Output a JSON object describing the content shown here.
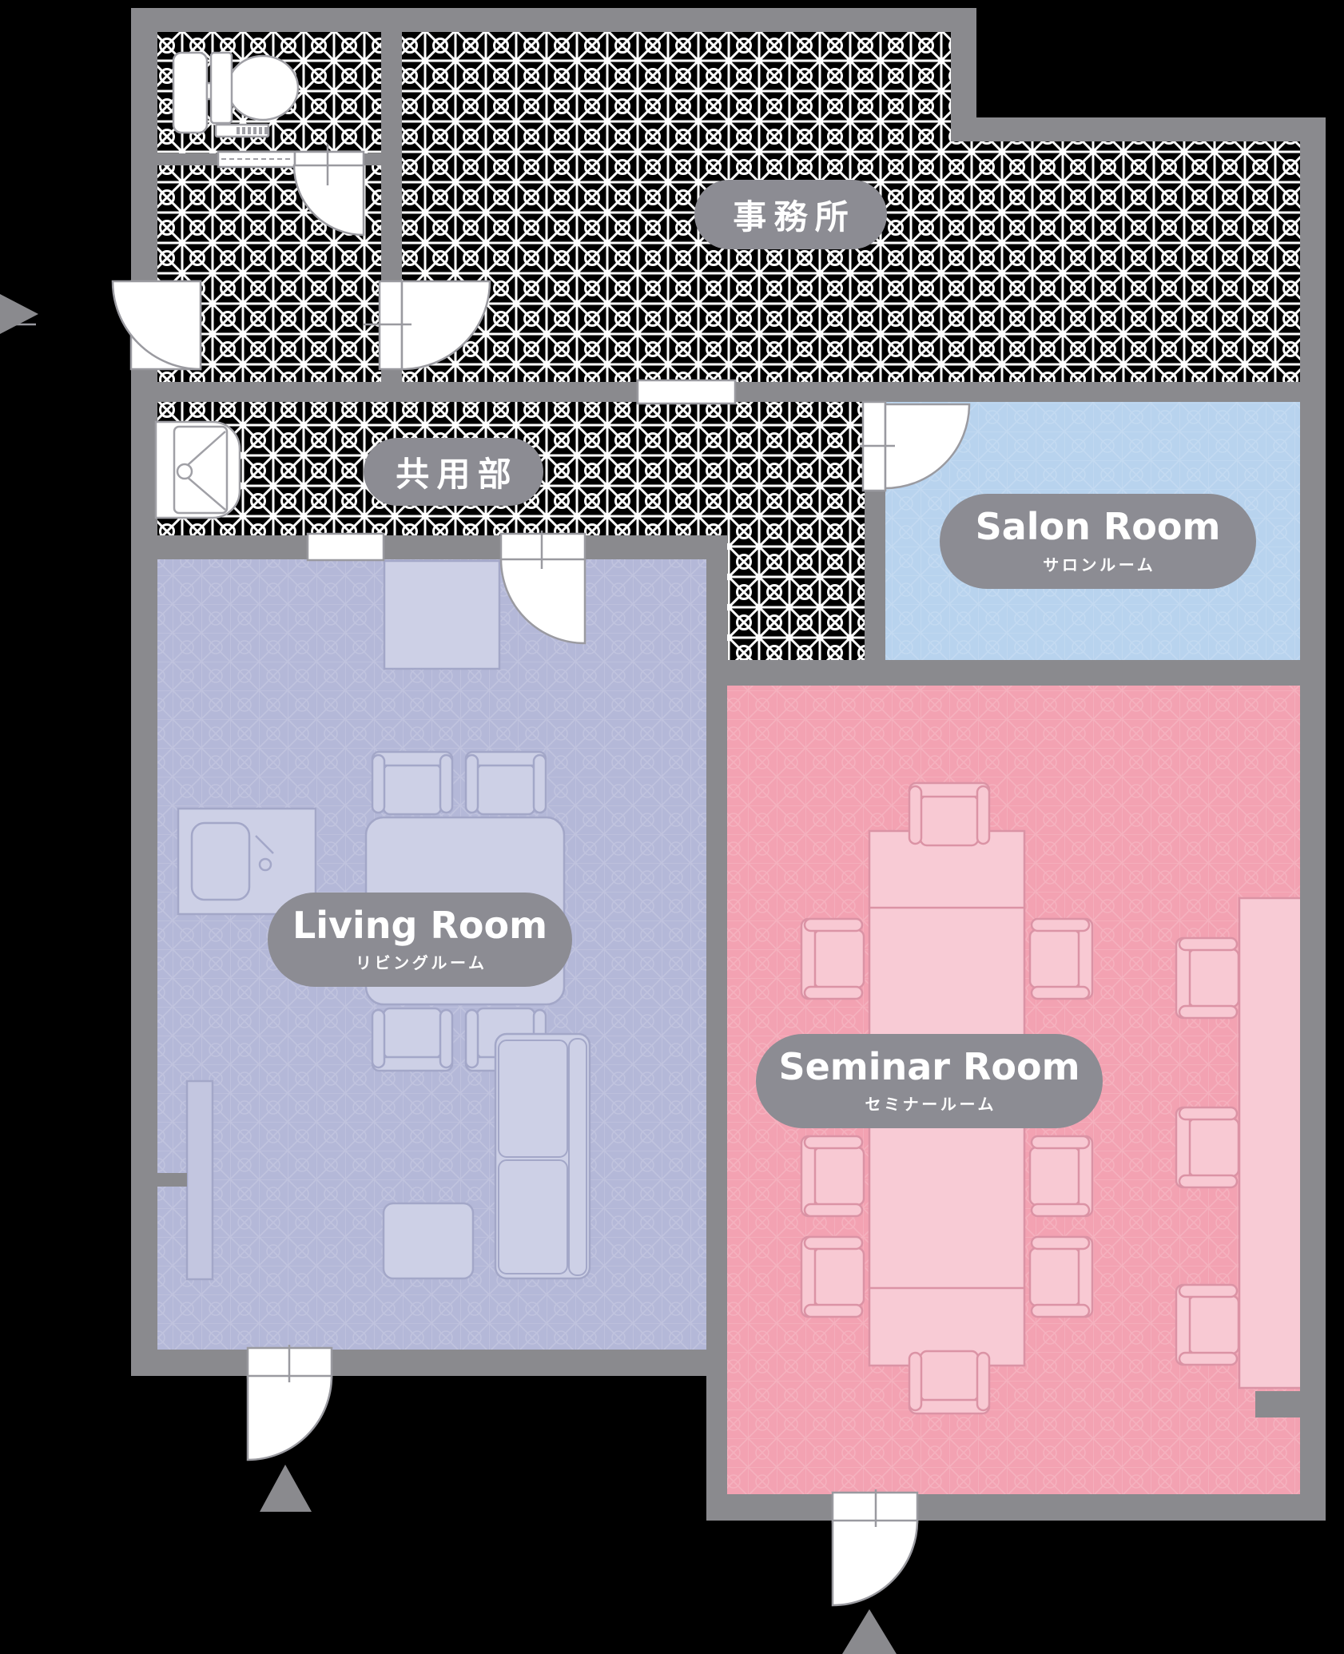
{
  "labels": {
    "office": "事務所",
    "common": "共用部"
  },
  "rooms": {
    "salon": {
      "name_en": "Salon Room",
      "name_ja": "サロンルーム",
      "color": "#b8d3ee"
    },
    "living": {
      "name_en": "Living Room",
      "name_ja": "リビングルーム",
      "color": "#b4b8d8"
    },
    "seminar": {
      "name_en": "Seminar Room",
      "name_ja": "セミナールーム",
      "color": "#f3a2b2"
    }
  },
  "palette": {
    "wall": "#8a8a8e",
    "hatch_background": "#000000",
    "hatch_lines": "#ffffff",
    "label_pill": "#8c8c93",
    "label_text": "#ffffff",
    "door_leaf": "#ffffff",
    "living_furniture": "#cdd0e6",
    "seminar_furniture": "#f8c9d3",
    "entrance_arrow": "#8a8a8e"
  },
  "fixtures": [
    "toilet",
    "shower",
    "kitchen-sink",
    "kitchen-counter",
    "dining-table",
    "armchairs",
    "sofa",
    "side-table",
    "tv",
    "seminar-tables",
    "wall-counter"
  ],
  "entrance_arrows": [
    "west-entrance-arrow",
    "living-south-entrance-arrow",
    "seminar-south-entrance-arrow"
  ]
}
